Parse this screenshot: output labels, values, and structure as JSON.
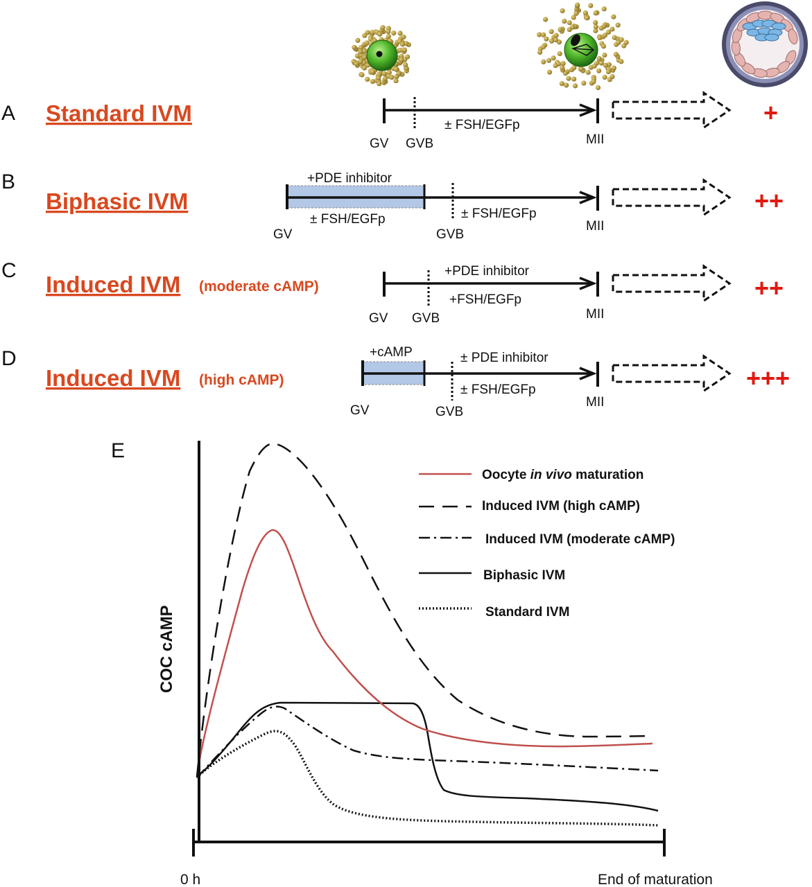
{
  "panels": [
    {
      "letter": "A",
      "title": "Standard IVM",
      "subtitle": "",
      "score": "+",
      "above": "",
      "below": "± FSH/EGFp",
      "box_top": "",
      "box_bottom": ""
    },
    {
      "letter": "B",
      "title": "Biphasic IVM",
      "subtitle": "",
      "score": "++",
      "above": "",
      "below": "± FSH/EGFp",
      "box_top": "+PDE inhibitor",
      "box_bottom": "± FSH/EGFp"
    },
    {
      "letter": "C",
      "title": "Induced IVM",
      "subtitle": "(moderate cAMP)",
      "score": "++",
      "above": "+PDE inhibitor",
      "below": "+FSH/EGFp",
      "box_top": "",
      "box_bottom": ""
    },
    {
      "letter": "D",
      "title": "Induced IVM",
      "subtitle": "(high cAMP)",
      "score": "+++",
      "above": "± PDE inhibitor",
      "below": "± FSH/EGFp",
      "box_top": "+cAMP",
      "box_bottom": ""
    }
  ],
  "stage_labels": {
    "gv": "GV",
    "gvb": "GVB",
    "mii": "MII"
  },
  "plot": {
    "letter": "E",
    "ylabel": "COC cAMP",
    "x_start": "0 h",
    "x_end": "End of maturation",
    "legend": [
      {
        "pre": "Oocyte ",
        "em": "in vivo",
        "post": " maturation",
        "color": "#c0504d",
        "dash": ""
      },
      {
        "pre": "Induced IVM (high cAMP)",
        "em": "",
        "post": "",
        "color": "#111111",
        "dash": "22 12"
      },
      {
        "pre": "Induced IVM (moderate cAMP)",
        "em": "",
        "post": "",
        "color": "#111111",
        "dash": "16 6 3 6"
      },
      {
        "pre": "Biphasic IVM",
        "em": "",
        "post": "",
        "color": "#111111",
        "dash": ""
      },
      {
        "pre": "Standard IVM",
        "em": "",
        "post": "",
        "color": "#111111",
        "dash": "2 3"
      }
    ]
  },
  "icons": [
    "immature-coc-icon",
    "mature-coc-icon",
    "blastocyst-icon"
  ],
  "colors": {
    "title": "#d9481f",
    "score": "#e0190f",
    "box": "#b3c7e6",
    "invivo": "#c0504d"
  }
}
